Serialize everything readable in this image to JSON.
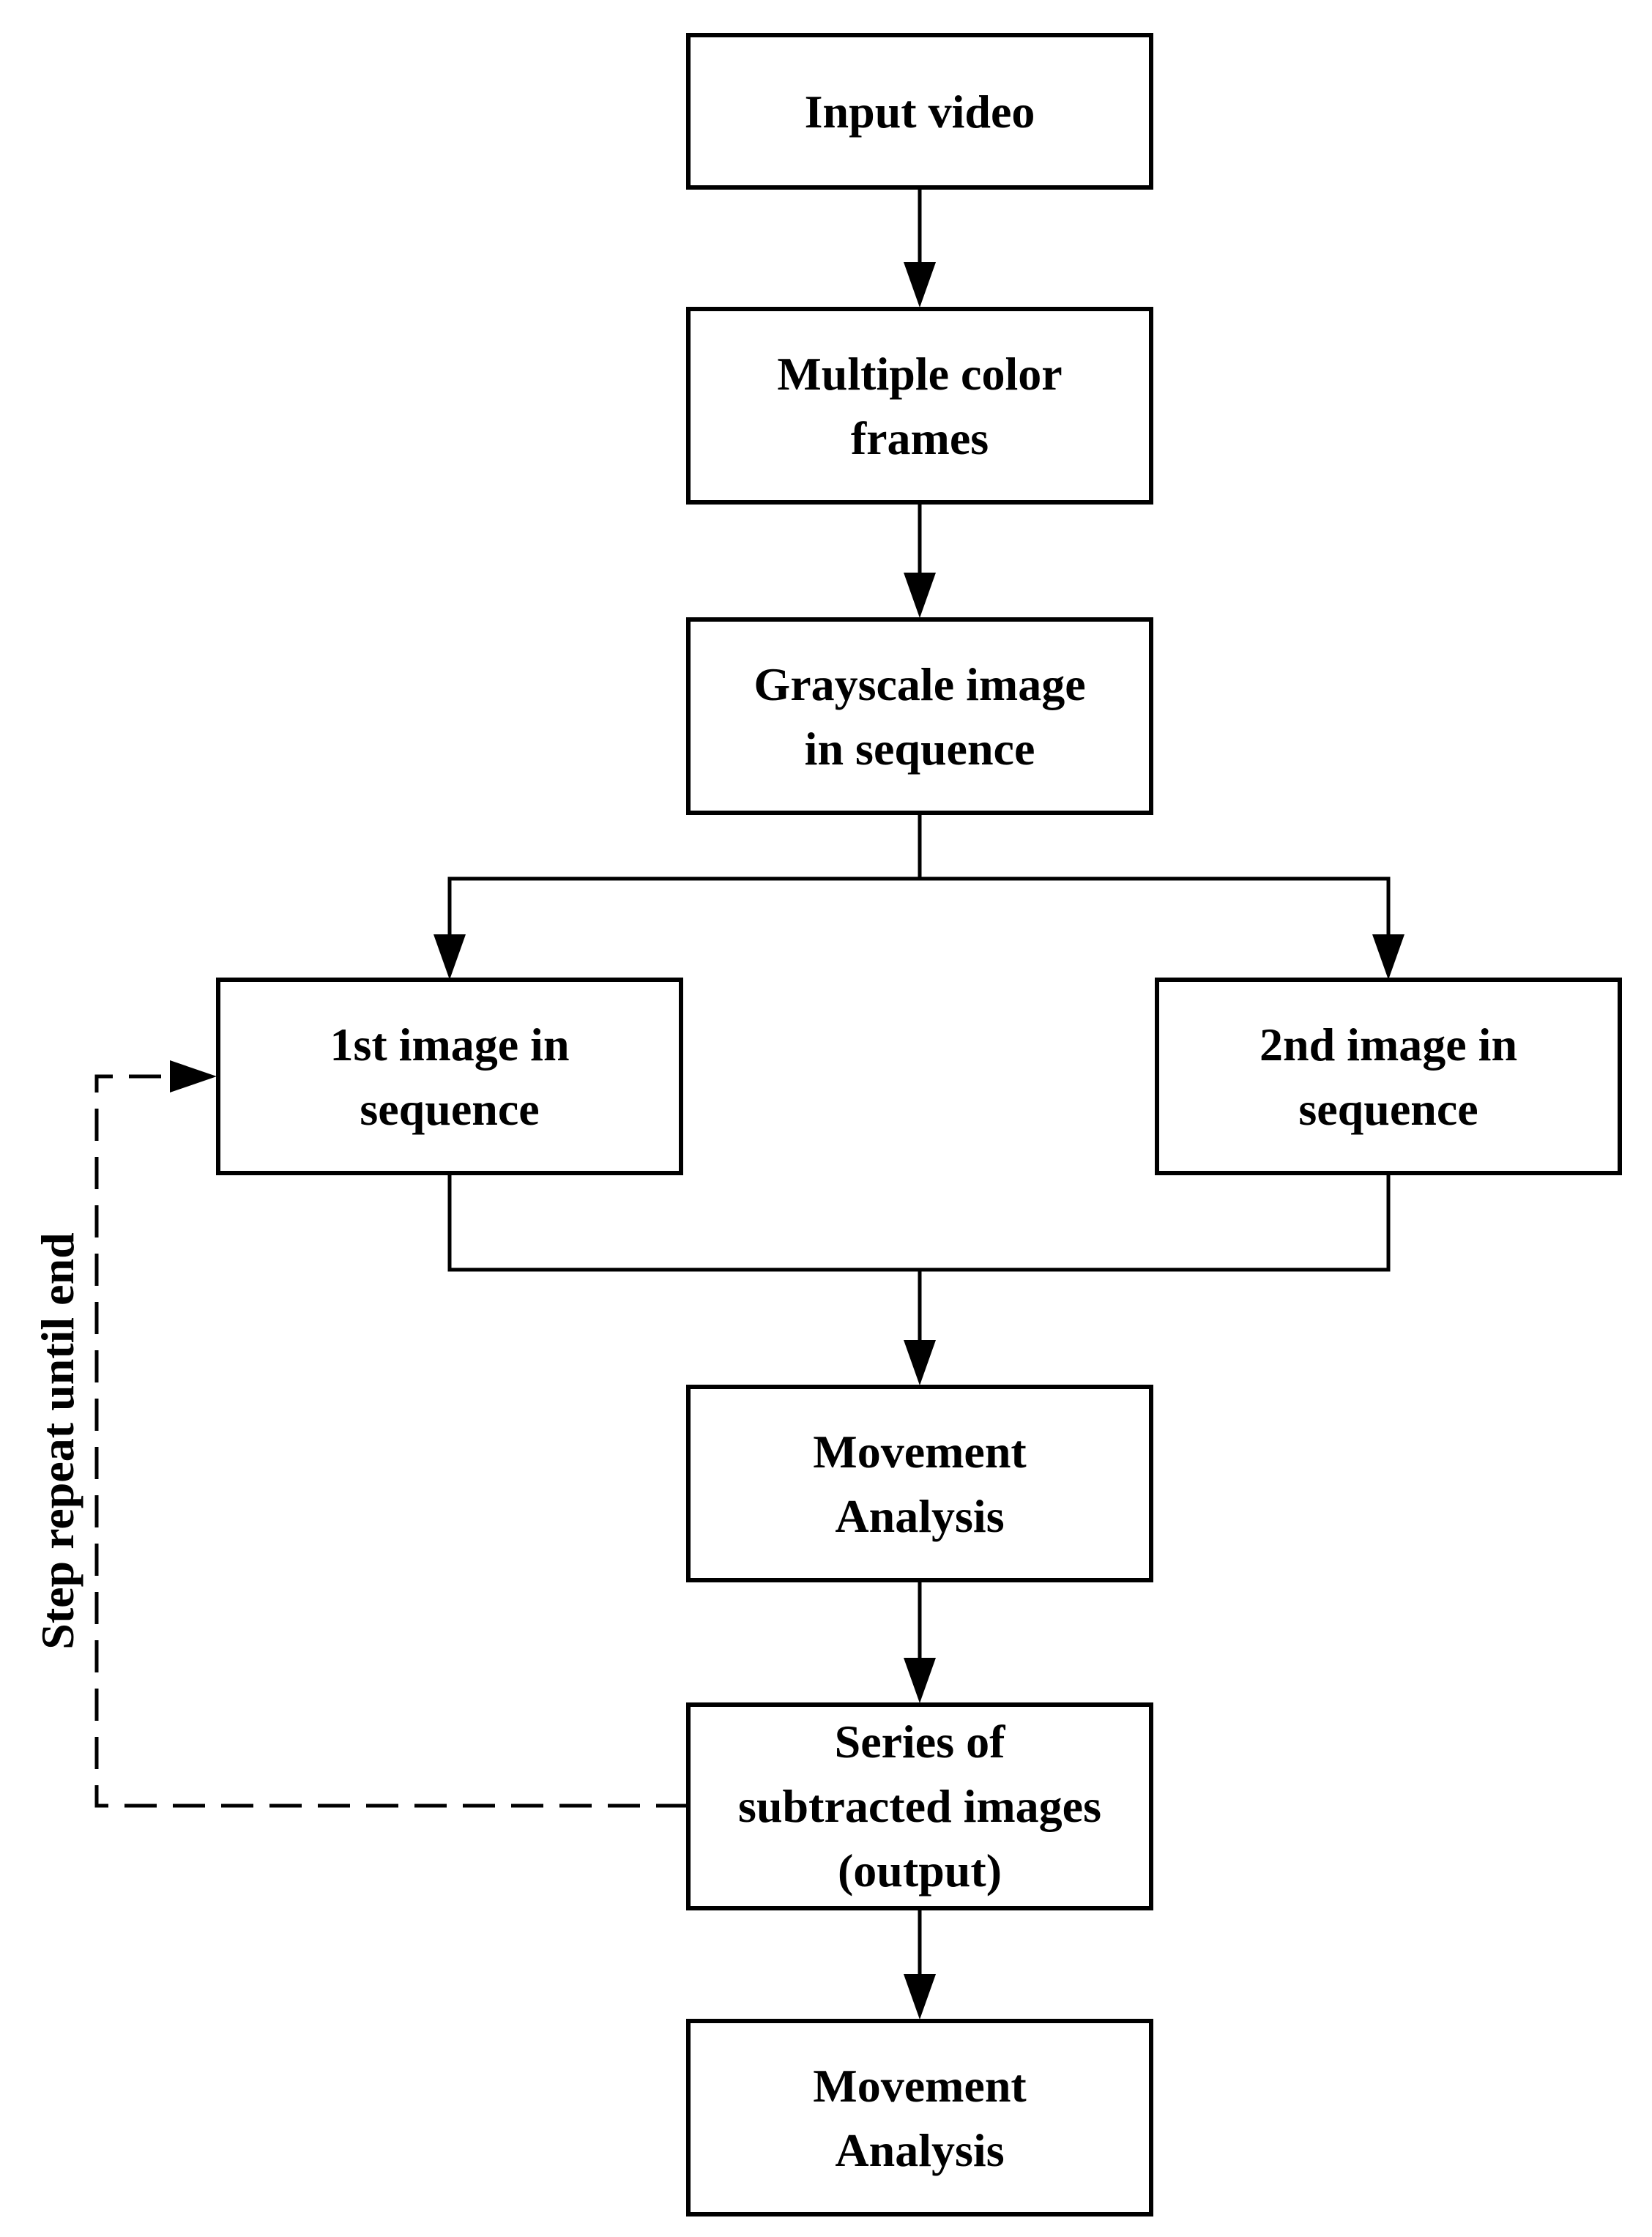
{
  "nodes": {
    "input_video": [
      "Input video"
    ],
    "color_frames": [
      "Multiple color",
      "frames"
    ],
    "grayscale": [
      "Grayscale image",
      "in sequence"
    ],
    "first_image": [
      "1st image in",
      "sequence"
    ],
    "second_image": [
      "2nd image in",
      "sequence"
    ],
    "movement_analysis_1": [
      "Movement",
      "Analysis"
    ],
    "subtracted": [
      "Series of",
      "subtracted images",
      "(output)"
    ],
    "movement_analysis_2": [
      "Movement",
      "Analysis"
    ]
  },
  "loop_label": "Step repeat until end",
  "colors": {
    "stroke": "#000000",
    "background": "#ffffff"
  }
}
